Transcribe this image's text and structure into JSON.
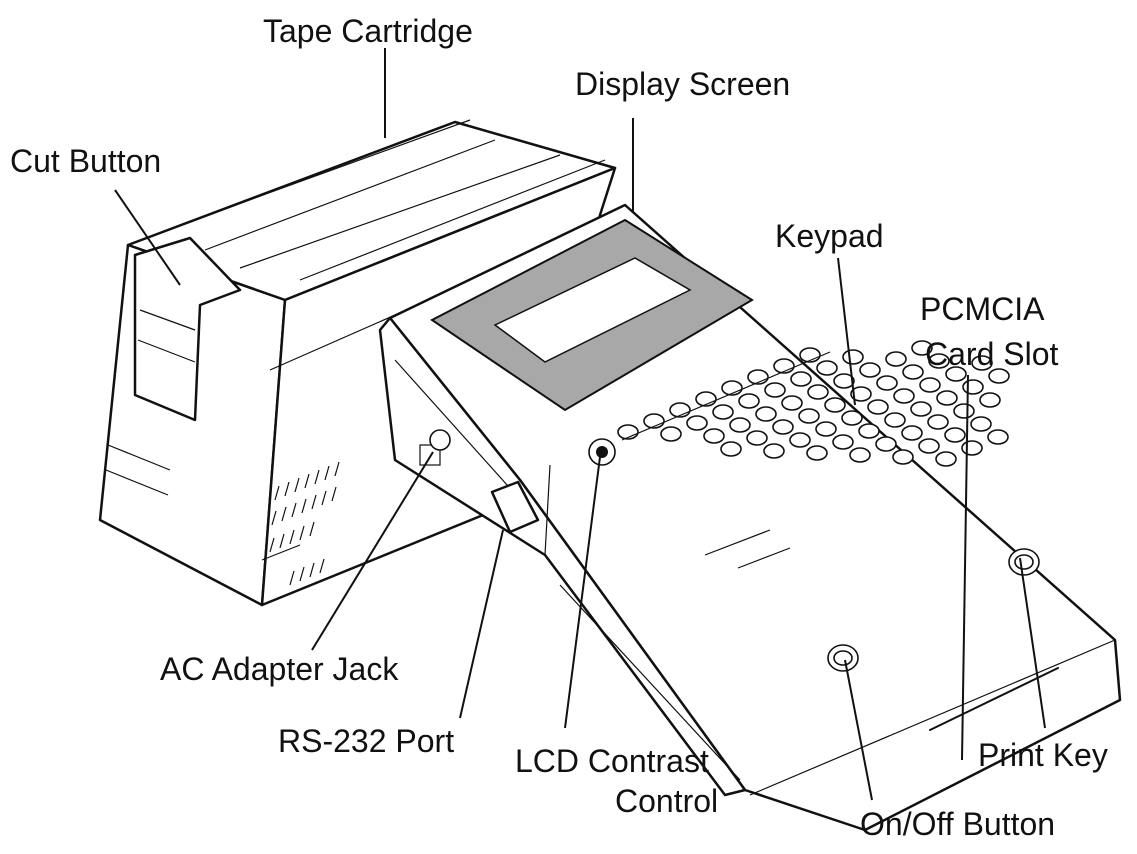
{
  "labels": {
    "tape_cartridge": "Tape Cartridge",
    "display_screen": "Display Screen",
    "cut_button": "Cut Button",
    "keypad": "Keypad",
    "pcmcia_line1": "PCMCIA",
    "pcmcia_line2": "Card Slot",
    "ac_adapter_jack": "AC Adapter Jack",
    "rs232_port": "RS-232 Port",
    "lcd_contrast_line1": "LCD Contrast",
    "lcd_contrast_line2": "Control",
    "print_key": "Print Key",
    "on_off_button": "On/Off Button"
  },
  "colors": {
    "display_fill": "#a8a8a8",
    "display_window": "#ffffff",
    "outline": "#111111"
  }
}
